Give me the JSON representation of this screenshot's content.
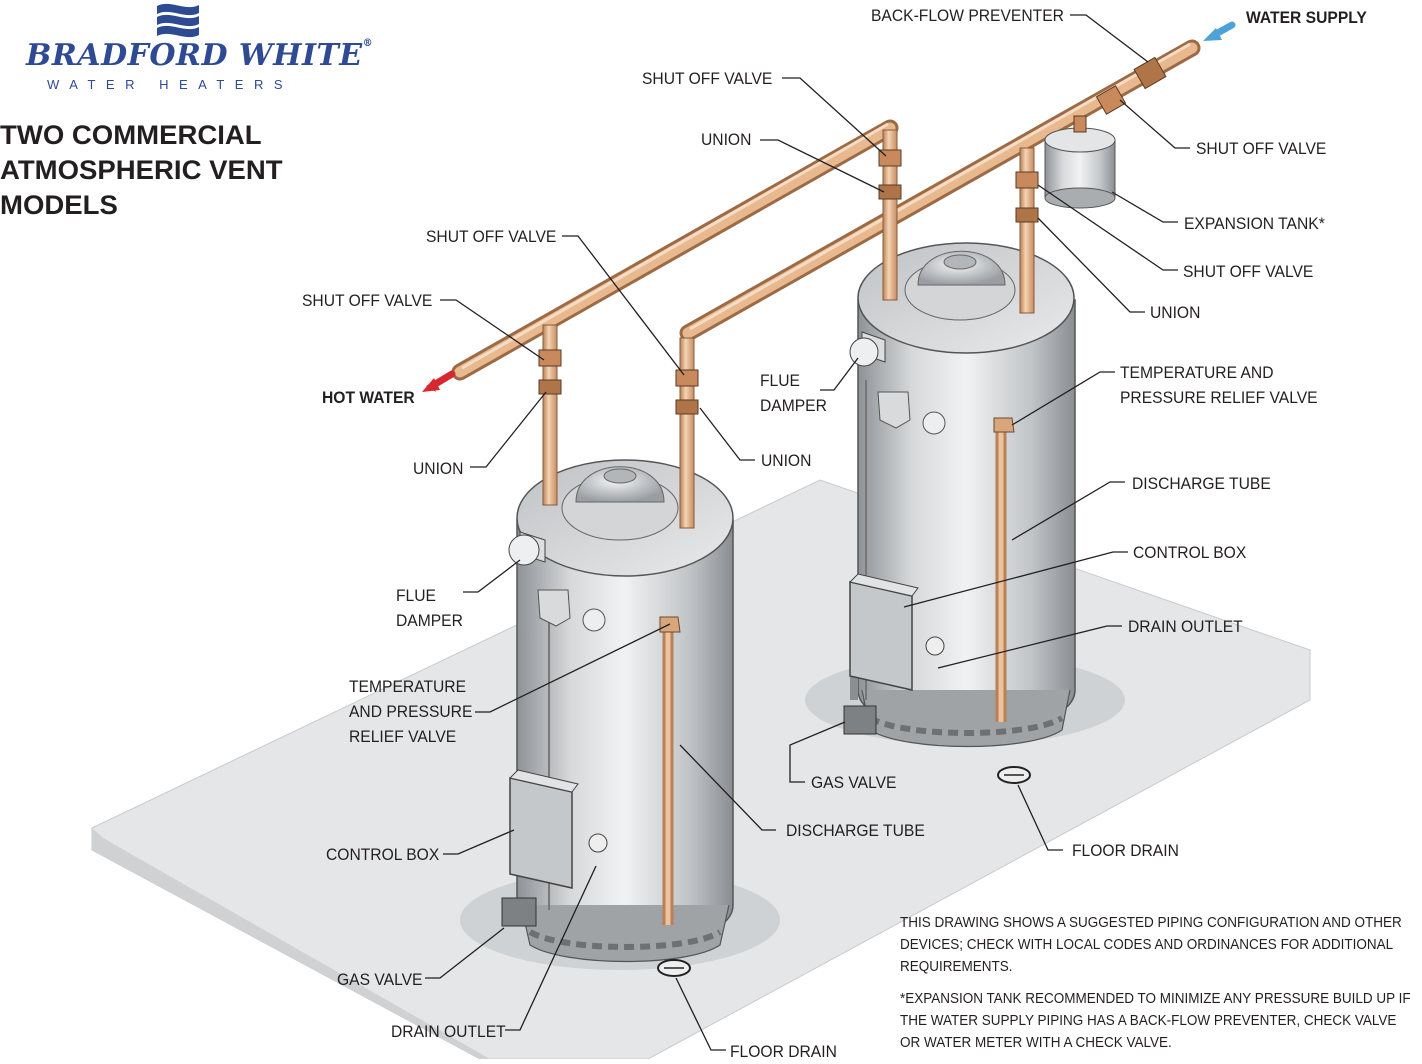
{
  "brand": {
    "name": "BRADFORD WHITE",
    "registered": "®",
    "tagline": "WATER HEATERS"
  },
  "title": "TWO COMMERCIAL\nATMOSPHERIC VENT\nMODELS",
  "flow_labels": {
    "water_supply": "WATER SUPPLY",
    "hot_water": "HOT WATER"
  },
  "colors": {
    "pipe_copper": "#e8b98f",
    "heater_body": "#c9ccce",
    "floor_slab": "#e3e5e6",
    "hot_arrow": "#d7282f",
    "supply_arrow": "#4da3d8",
    "brand_blue": "#2e4a93"
  },
  "labels": {
    "back_flow_preventer": "BACK-FLOW PREVENTER",
    "shut_off_valve_top": "SHUT OFF VALVE",
    "union_top": "UNION",
    "shut_off_valve_right_1": "SHUT OFF VALVE",
    "expansion_tank": "EXPANSION TANK*",
    "shut_off_valve_right_2": "SHUT OFF VALVE",
    "union_right": "UNION",
    "shut_off_valve_mid": "SHUT OFF VALVE",
    "shut_off_valve_left": "SHUT OFF VALVE",
    "union_left": "UNION",
    "union_mid": "UNION",
    "flue_damper_right": "FLUE\nDAMPER",
    "tp_relief_right": "TEMPERATURE AND\nPRESSURE RELIEF VALVE",
    "discharge_tube_right": "DISCHARGE TUBE",
    "control_box_right": "CONTROL BOX",
    "drain_outlet_right": "DRAIN OUTLET",
    "gas_valve_right": "GAS VALVE",
    "floor_drain_right": "FLOOR DRAIN",
    "flue_damper_left": "FLUE\nDAMPER",
    "tp_relief_left": "TEMPERATURE\nAND PRESSURE\nRELIEF VALVE",
    "discharge_tube_left": "DISCHARGE TUBE",
    "control_box_left": "CONTROL BOX",
    "gas_valve_left": "GAS VALVE",
    "drain_outlet_left": "DRAIN OUTLET",
    "floor_drain_left": "FLOOR DRAIN"
  },
  "notes": [
    "THIS DRAWING SHOWS A SUGGESTED PIPING CONFIGURATION AND OTHER DEVICES; CHECK WITH LOCAL CODES AND ORDINANCES FOR ADDITIONAL REQUIREMENTS.",
    "*EXPANSION TANK RECOMMENDED TO MINIMIZE ANY PRESSURE BUILD UP IF THE WATER SUPPLY PIPING HAS A BACK-FLOW PREVENTER, CHECK VALVE OR WATER METER WITH A CHECK VALVE."
  ]
}
